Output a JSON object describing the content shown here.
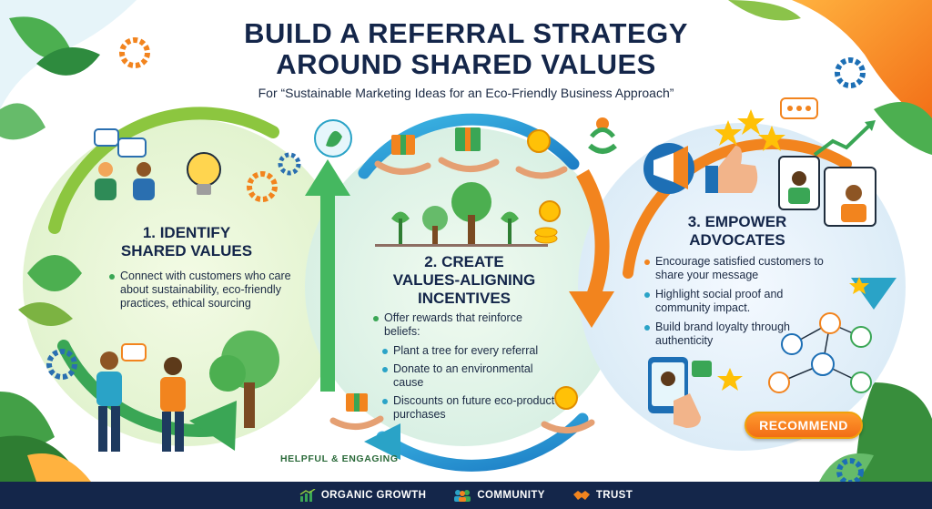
{
  "title_line1": "BUILD A REFERRAL STRATEGY",
  "title_line2": "AROUND SHARED VALUES",
  "subtitle": "For “Sustainable Marketing Ideas for an Eco-Friendly Business Approach”",
  "colors": {
    "navy": "#14264a",
    "green": "#3aa655",
    "orange": "#f2841e",
    "teal": "#2aa3c7"
  },
  "sections": [
    {
      "title_line1": "1. IDENTIFY",
      "title_line2": "SHARED VALUES",
      "bullets": [
        "Connect with customers who care about sustainability, eco-friendly practices, ethical sourcing"
      ]
    },
    {
      "title_line1": "2. CREATE",
      "title_line2": "VALUES-ALIGNING",
      "title_line3": "INCENTIVES",
      "intro": "Offer rewards that reinforce beliefs:",
      "sub_bullets": [
        "Plant a tree for every referral",
        "Donate to an environmental cause",
        "Discounts on future eco-product purchases"
      ]
    },
    {
      "title_line1": "3. EMPOWER",
      "title_line2": "ADVOCATES",
      "bullets": [
        "Encourage satisfied customers to share your message",
        "Highlight social proof and community impact.",
        "Build brand loyalty through authenticity"
      ]
    }
  ],
  "helpful_label": "HELPFUL & ENGAGING",
  "recommend_label": "RECOMMEND",
  "footer": [
    {
      "icon": "growth-chart-icon",
      "label": "ORGANIC GROWTH"
    },
    {
      "icon": "community-icon",
      "label": "COMMUNITY"
    },
    {
      "icon": "handshake-icon",
      "label": "TRUST"
    }
  ]
}
